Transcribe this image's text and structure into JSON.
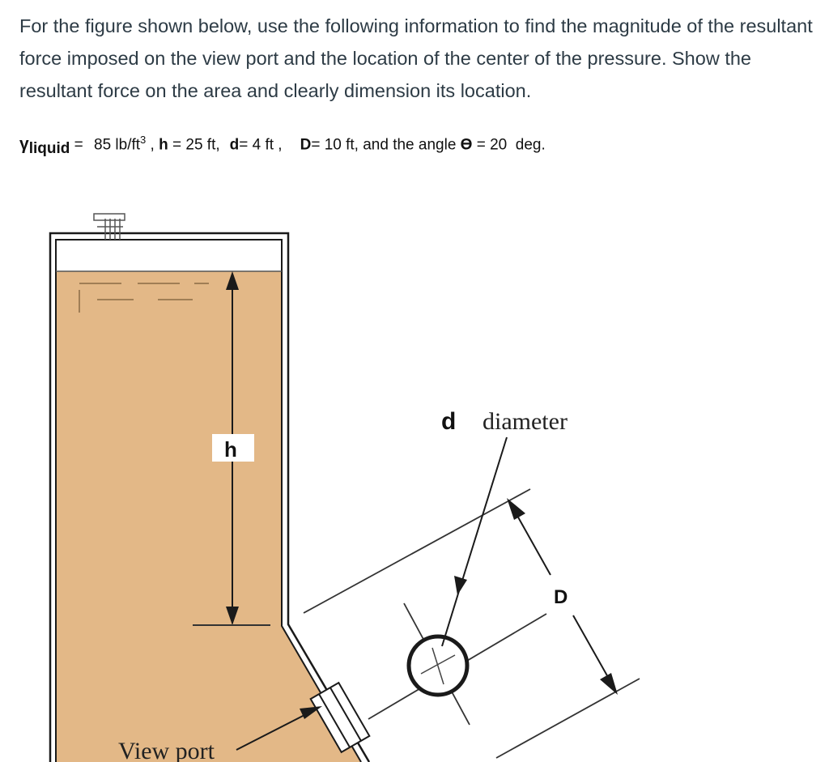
{
  "problem": {
    "statement": "For the figure shown below, use the following information to find the magnitude of the resultant force imposed on the view port and the location of the center of the pressure. Show the resultant force on the area and clearly dimension its location."
  },
  "given": {
    "gamma_symbol": "γ",
    "gamma_subscript": "liquid",
    "gamma_eq": " = ",
    "gamma_value": "85 lb/ft",
    "gamma_exp": "3",
    "sep1": " , ",
    "h_symbol": "h",
    "h_value": " = 25 ft,",
    "d_symbol": "d",
    "d_value": "= 4 ft ,",
    "D_symbol": "D",
    "D_value": "= 10 ft, and the angle ",
    "theta_symbol": "ϴ",
    "theta_value": " = 20  deg."
  },
  "figure": {
    "label_h": "h",
    "label_d": "d",
    "label_d_text": "diameter",
    "label_D": "D",
    "label_view_port": "View port",
    "colors": {
      "liquid": "#e3b887",
      "stroke": "#1a1a1a",
      "tank_wall": "#ffffff"
    }
  }
}
